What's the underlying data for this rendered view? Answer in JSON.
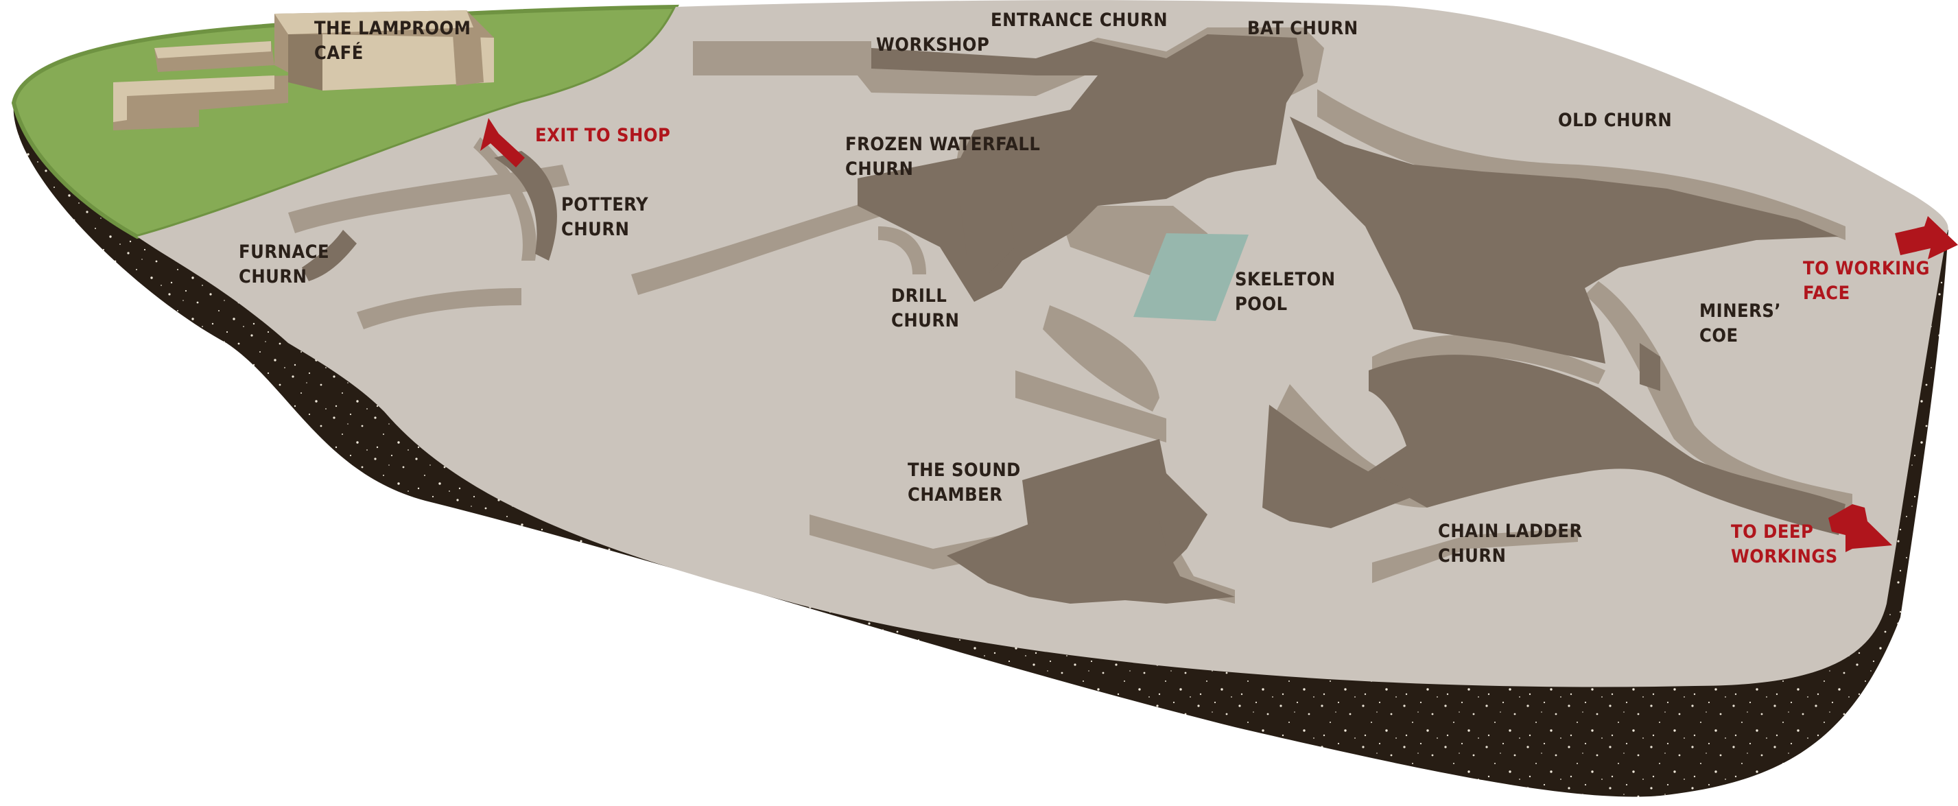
{
  "colors": {
    "rock_top": "#cbc4bc",
    "rock_wall": "#a69a8c",
    "cave_floor": "#7d6f61",
    "earth": "#271d14",
    "grass": "#86ab55",
    "grass_edge": "#6f9342",
    "pool": "#97b7ad",
    "label_text": "#2a2019",
    "exit_red": "#b0151c",
    "cafe_stone": "#d6c7ab",
    "cafe_shadow": "#a89479"
  },
  "icons": {
    "exit_arrow": "red-arrow-icon"
  },
  "map": {
    "labels": {
      "lamproom_cafe": [
        "THE LAMPROOM",
        "CAFÉ"
      ],
      "workshop": [
        "WORKSHOP"
      ],
      "entrance_churn": [
        "ENTRANCE CHURN"
      ],
      "bat_churn": [
        "BAT CHURN"
      ],
      "old_churn": [
        "OLD CHURN"
      ],
      "frozen_waterfall_churn": [
        "FROZEN WATERFALL",
        "CHURN"
      ],
      "pottery_churn": [
        "POTTERY",
        "CHURN"
      ],
      "furnace_churn": [
        "FURNACE",
        "CHURN"
      ],
      "drill_churn": [
        "DRILL",
        "CHURN"
      ],
      "skeleton_pool": [
        "SKELETON",
        "POOL"
      ],
      "miners_coe": [
        "MINERS’",
        "COE"
      ],
      "sound_chamber": [
        "THE SOUND",
        "CHAMBER"
      ],
      "chain_ladder_churn": [
        "CHAIN LADDER",
        "CHURN"
      ]
    },
    "exits": {
      "to_shop": [
        "EXIT TO SHOP"
      ],
      "to_working_face": [
        "TO WORKING",
        "FACE"
      ],
      "to_deep_workings": [
        "TO DEEP",
        "WORKINGS"
      ]
    }
  }
}
